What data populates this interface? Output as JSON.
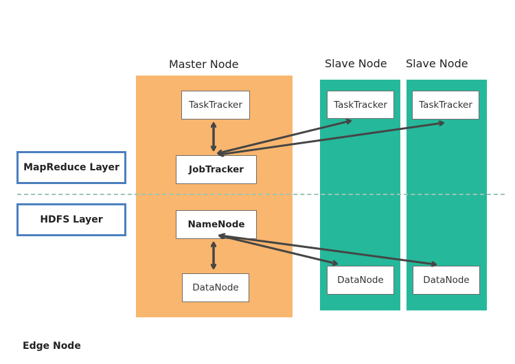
{
  "columns": {
    "master": {
      "title": "Master Node",
      "boxes": {
        "task_tracker": "TaskTracker",
        "job_tracker": "JobTracker",
        "name_node": "NameNode",
        "data_node": "DataNode"
      }
    },
    "slave1": {
      "title": "Slave Node",
      "boxes": {
        "task_tracker": "TaskTracker",
        "data_node": "DataNode"
      }
    },
    "slave2": {
      "title": "Slave Node",
      "boxes": {
        "task_tracker": "TaskTracker",
        "data_node": "DataNode"
      }
    }
  },
  "layers": {
    "mapreduce": "MapReduce Layer",
    "hdfs": "HDFS Layer"
  },
  "edge_node": "Edge Node",
  "colors": {
    "master": "#f9b66e",
    "slave": "#26b89b",
    "layer_border": "#4a7fbe",
    "arrow": "#454545",
    "divider": "#9cc4b4"
  },
  "connections": [
    {
      "from": "master.task_tracker",
      "to": "master.job_tracker",
      "type": "bidirectional"
    },
    {
      "from": "master.job_tracker",
      "to": "slave1.task_tracker",
      "type": "bidirectional"
    },
    {
      "from": "master.job_tracker",
      "to": "slave2.task_tracker",
      "type": "bidirectional"
    },
    {
      "from": "master.name_node",
      "to": "master.data_node",
      "type": "bidirectional"
    },
    {
      "from": "master.name_node",
      "to": "slave1.data_node",
      "type": "bidirectional"
    },
    {
      "from": "master.name_node",
      "to": "slave2.data_node",
      "type": "bidirectional"
    }
  ]
}
